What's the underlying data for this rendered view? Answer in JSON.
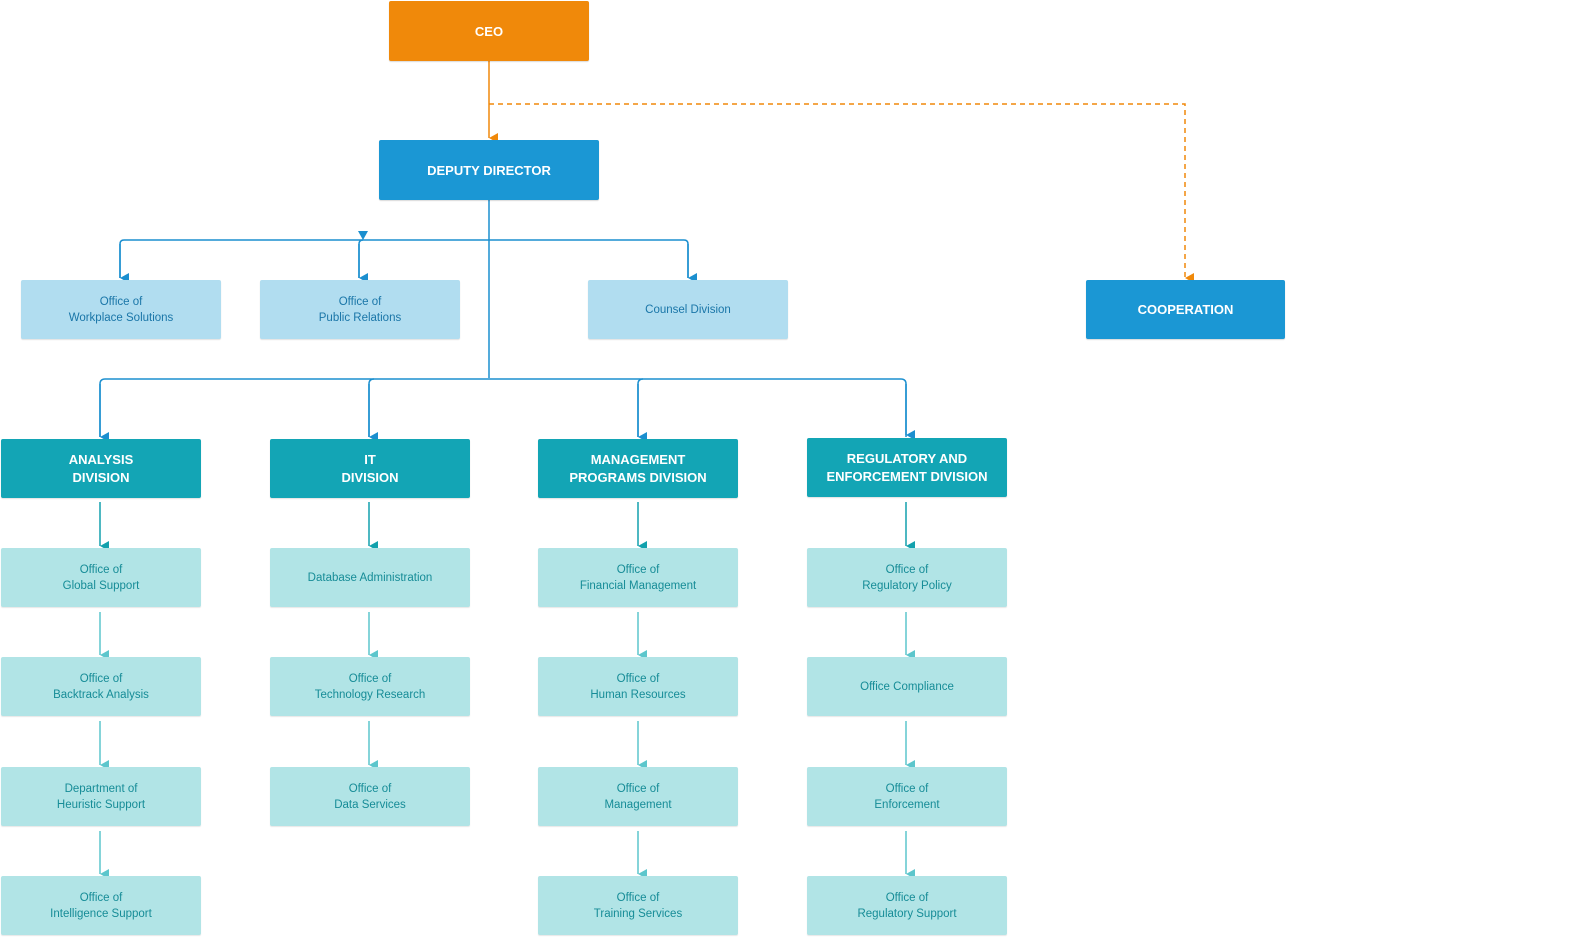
{
  "chart": {
    "ceo": "CEO",
    "deputy": "DEPUTY DIRECTOR",
    "cooperation": "COOPERATION",
    "offices": [
      "Office of\nWorkplace Solutions",
      "Office of\nPublic Relations",
      "Counsel Division"
    ],
    "divisions": [
      {
        "title": "ANALYSIS\nDIVISION",
        "units": [
          "Office of\nGlobal Support",
          "Office of\nBacktrack Analysis",
          "Department of\nHeuristic Support",
          "Office of\nIntelligence Support"
        ]
      },
      {
        "title": "IT\nDIVISION",
        "units": [
          "Database Administration",
          "Office of\nTechnology Research",
          "Office of\nData Services"
        ]
      },
      {
        "title": "MANAGEMENT\nPROGRAMS DIVISION",
        "units": [
          "Office of\nFinancial Management",
          "Office of\nHuman Resources",
          "Office of\nManagement",
          "Office of\nTraining Services"
        ]
      },
      {
        "title": "REGULATORY AND\nENFORCEMENT DIVISION",
        "units": [
          "Office of\nRegulatory Policy",
          "Office Compliance",
          "Office of\nEnforcement",
          "Office of\nRegulatory Support"
        ]
      }
    ]
  },
  "colors": {
    "ceo": "#f0890a",
    "deputy": "#1b97d4",
    "office": "#b1ddf0",
    "division": "#13a5b5",
    "unit": "#b1e4e6",
    "blue_line": "#1b8fcf",
    "teal_line": "#12a1ad",
    "light_teal_line": "#5cc6cc"
  }
}
